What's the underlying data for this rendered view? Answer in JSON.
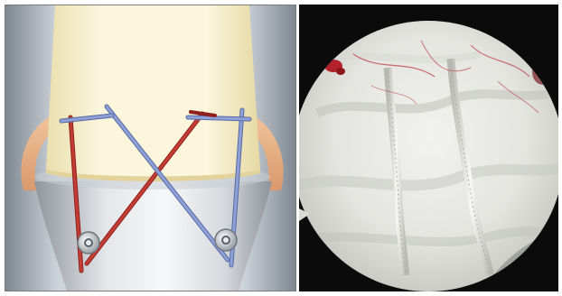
{
  "figure": {
    "left_panel": {
      "kind": "illustration",
      "subject": "tendon-graft-crossed-suture-anchors",
      "colors": {
        "background_light": "#eef1f5",
        "background_dark": "#8e969f",
        "tendon": "#f7efc7",
        "ring": "#e9b488",
        "bone_light": "#f4f5f7",
        "bone_dark": "#9da3ab",
        "suture_red": "#b0312a",
        "suture_blue": "#7e8fc4",
        "anchor": "#cfd3d8"
      }
    },
    "right_panel": {
      "kind": "photograph",
      "subject": "arthroscopic-view",
      "colors": {
        "background": "#0b0b0b",
        "tissue": "#e7e7e3",
        "tissue_shadow": "#b7b8b2",
        "blood": "#b3222a"
      }
    }
  }
}
